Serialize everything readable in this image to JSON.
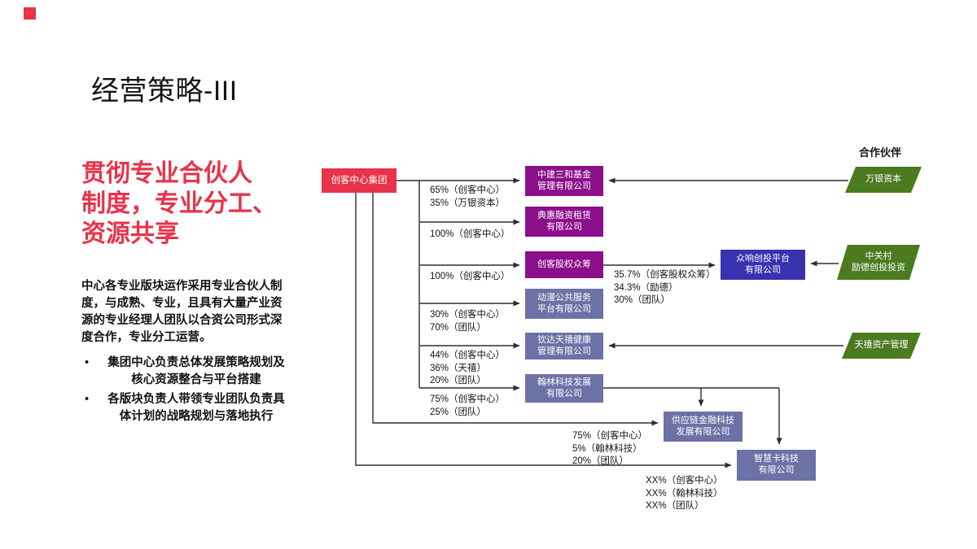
{
  "slide": {
    "title": "经营策略-III",
    "left_panel": {
      "heading": "贯彻专业合伙人\n制度，专业分工、\n资源共享",
      "paragraph": "中心各专业版块运作采用专业合伙人制度，与成熟、专业，且具有大量产业资源的专业经理人团队以合资公司形式深度合作，专业分工运营。",
      "bullets": [
        "集团中心负责总体发展策略规划及核心资源整合与平台搭建",
        "各版块负责人带领专业团队负责具体计划的战略规划与落地执行"
      ]
    },
    "diagram": {
      "root": {
        "label": "创客中心集团"
      },
      "partners_title": "合作伙伴",
      "nodes": {
        "zhongjian": {
          "label": "中建三和基金\n管理有限公司",
          "ownership": "65%（创客中心）\n35%（万银资本）"
        },
        "dianhui": {
          "label": "典惠融资租赁\n有限公司",
          "ownership": "100%（创客中心）"
        },
        "chuangke_zq": {
          "label": "创客股权众筹",
          "ownership": "100%（创客中心）"
        },
        "dongman": {
          "label": "动漫公共服务\n平台有限公司",
          "ownership": "30%（创客中心）\n70%（团队）"
        },
        "qinda": {
          "label": "钦达天禧健康\n管理有限公司",
          "ownership": "44%（创客中心）\n36%（天禧）\n20%（团队）"
        },
        "hanlin": {
          "label": "翰林科技发展\n有限公司",
          "ownership": "75%（创客中心）\n25%（团队）"
        },
        "zhongxiang": {
          "label": "众响创投平台\n有限公司",
          "ownership": "35.7%（创客股权众筹）\n34.3%（励德）\n30%（团队）"
        },
        "gongyinglian": {
          "label": "供应链金融科技\n发展有限公司",
          "ownership": "75%（创客中心）\n5%（翰林科技）\n20%（团队）"
        },
        "zhihuika": {
          "label": "智慧卡科技\n有限公司",
          "ownership": "XX%（创客中心）\nXX%（翰林科技）\nXX%（团队）"
        }
      },
      "partners": {
        "wanyin": {
          "label": "万银资本"
        },
        "zhongguancun": {
          "label": "中关村\n励德创投投资"
        },
        "tianxi": {
          "label": "天禧资产管理"
        }
      }
    },
    "colors": {
      "accent_red": "#e8334a",
      "purple": "#8b0e8b",
      "slate": "#6c72a6",
      "blue": "#3832b0",
      "green": "#4c7a1f",
      "line": "#2e2e2e"
    }
  }
}
